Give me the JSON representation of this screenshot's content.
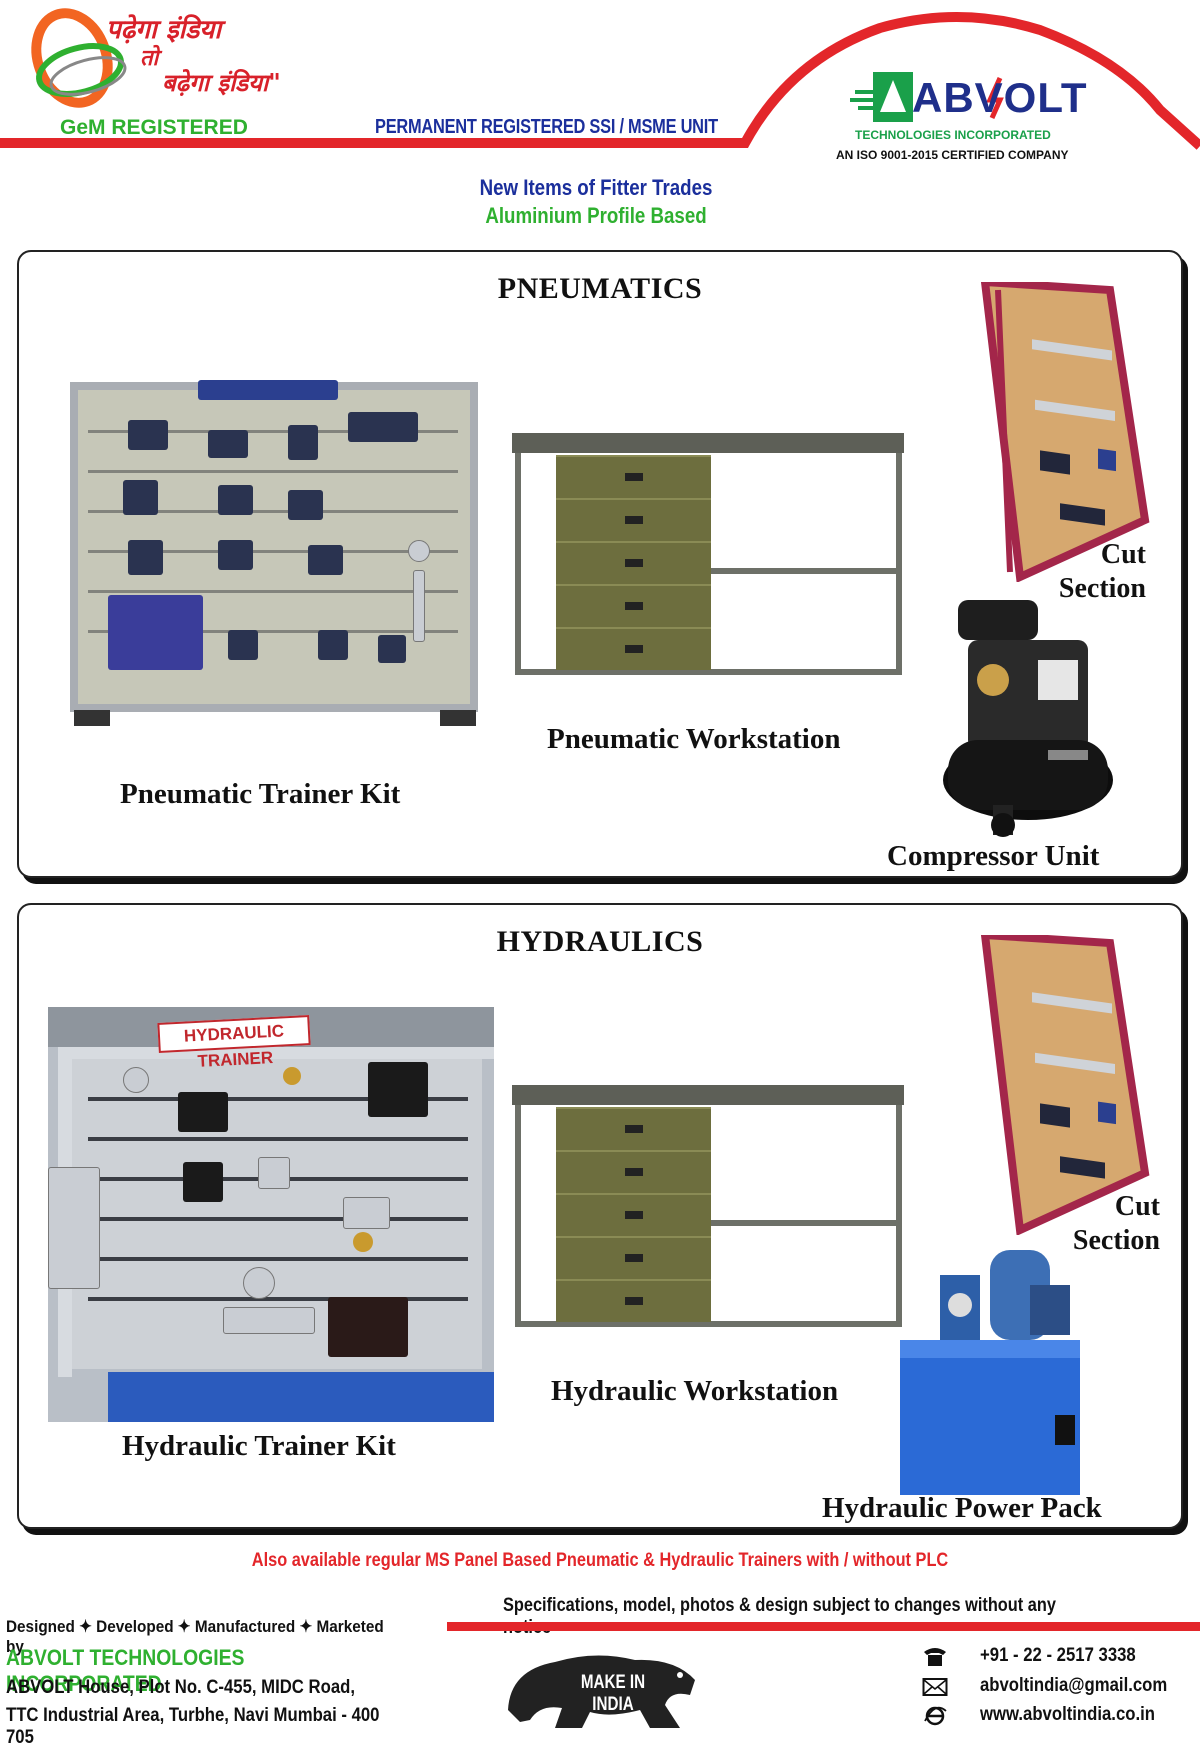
{
  "header": {
    "slogan_line1": "पढ़ेगा इंडिया",
    "slogan_line2": "तो",
    "slogan_line3": "बढ़ेगा इंडिया\"",
    "gem_label": "GeM REGISTERED",
    "ssi_label": "PERMANENT REGISTERED SSI / MSME UNIT",
    "logo_text": "ABVOLT",
    "logo_sub": "TECHNOLOGIES INCORPORATED",
    "iso_text": "AN ISO 9001-2015 CERTIFIED COMPANY"
  },
  "subtitle": {
    "line1": "New Items of Fitter Trades",
    "line2": "Aluminium Profile Based"
  },
  "pneumatics": {
    "title": "PNEUMATICS",
    "trainer_label": "Pneumatic Trainer Kit",
    "workstation_label": "Pneumatic Workstation",
    "cut_label_1": "Cut",
    "cut_label_2": "Section",
    "compressor_label": "Compressor Unit"
  },
  "hydraulics": {
    "title": "HYDRAULICS",
    "trainer_sign": "HYDRAULIC TRAINER",
    "trainer_label": "Hydraulic Trainer Kit",
    "workstation_label": "Hydraulic Workstation",
    "cut_label_1": "Cut",
    "cut_label_2": "Section",
    "powerpack_label": "Hydraulic Power Pack"
  },
  "footer": {
    "also_available": "Also available regular MS Panel Based Pneumatic & Hydraulic Trainers with / without PLC",
    "spec_notice": "Specifications, model, photos & design subject to changes without any notice",
    "designed_by": "Designed ✦ Developed ✦ Manufactured ✦ Marketed by",
    "company": "ABVOLT TECHNOLOGIES INCORPORATED",
    "address1": "ABVOLT House, Plot No. C-455, MIDC Road,",
    "address2": "TTC Industrial Area, Turbhe, Navi Mumbai - 400 705",
    "make_in_india": "MAKE IN INDIA",
    "phone": "+91 - 22 - 2517 3338",
    "email": "abvoltindia@gmail.com",
    "website": "www.abvoltindia.co.in"
  },
  "colors": {
    "red": "#e3262a",
    "blue": "#1b2f9c",
    "green": "#2fb030"
  }
}
